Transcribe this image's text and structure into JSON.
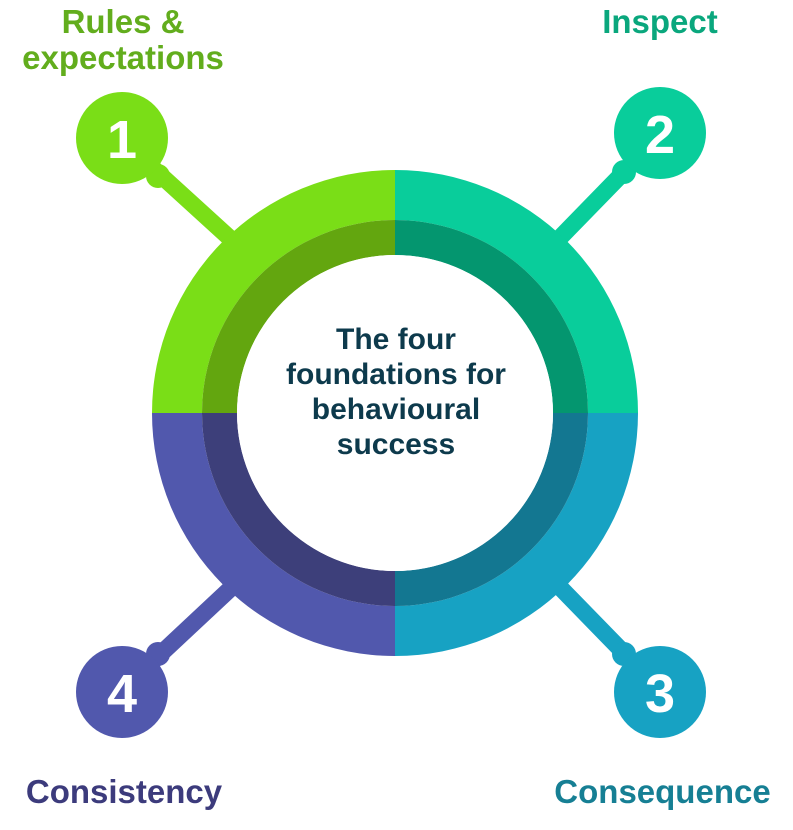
{
  "center": {
    "title": "The four foundations for behavioural success",
    "color": "#0d3a4c"
  },
  "segments": [
    {
      "number": "1",
      "label": "Rules &\nexpectations",
      "outer": "#7ade17",
      "inner": "#63a60f",
      "text": "#62ad1d"
    },
    {
      "number": "2",
      "label": "Inspect",
      "outer": "#09cd9b",
      "inner": "#04966f",
      "text": "#0aa77d"
    },
    {
      "number": "3",
      "label": "Consequence",
      "outer": "#17a2c3",
      "inner": "#137791",
      "text": "#167f94"
    },
    {
      "number": "4",
      "label": "Consistency",
      "outer": "#5158ad",
      "inner": "#3d3f7a",
      "text": "#3c3b7c"
    }
  ]
}
